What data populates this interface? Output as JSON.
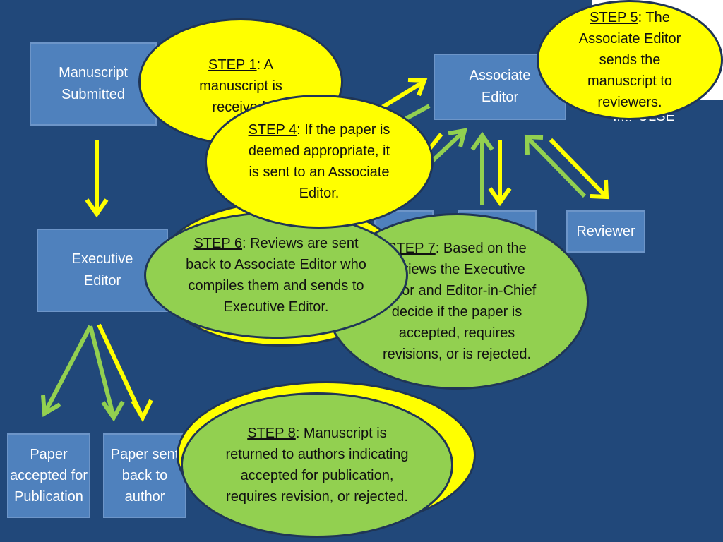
{
  "boxes": {
    "manuscript_submitted": "Manuscript Submitted",
    "associate_editor": "Associate Editor",
    "executive_editor": "Executive Editor",
    "reviewer": "Reviewer",
    "paper_accepted": "Paper accepted for Publication",
    "paper_sent_back": "Paper sent back to author"
  },
  "partial_text": {
    "impulse": "IMPULSE"
  },
  "steps": {
    "step1": {
      "label": "STEP 1",
      "text": ": A manuscript is received."
    },
    "step4": {
      "label": "STEP 4",
      "text": ": If the paper is deemed appropriate, it is sent to an Associate Editor."
    },
    "step5": {
      "label": "STEP 5",
      "text": ": The Associate Editor sends the manuscript to reviewers."
    },
    "step6": {
      "label": "STEP 6",
      "text": ": Reviews are sent back to Associate Editor who compiles them and sends to Executive Editor."
    },
    "step7": {
      "label": "STEP 7",
      "text": ": Based on the reviews the Executive Editor and Editor-in-Chief decide if the paper is accepted, requires revisions, or is rejected."
    },
    "step8": {
      "label": "STEP 8",
      "text": ": Manuscript is returned to authors indicating accepted for publication, requires revision, or rejected."
    }
  },
  "colors": {
    "background": "#21487a",
    "box": "#4f81bd",
    "yellow": "#ffff00",
    "green": "#92d050"
  }
}
